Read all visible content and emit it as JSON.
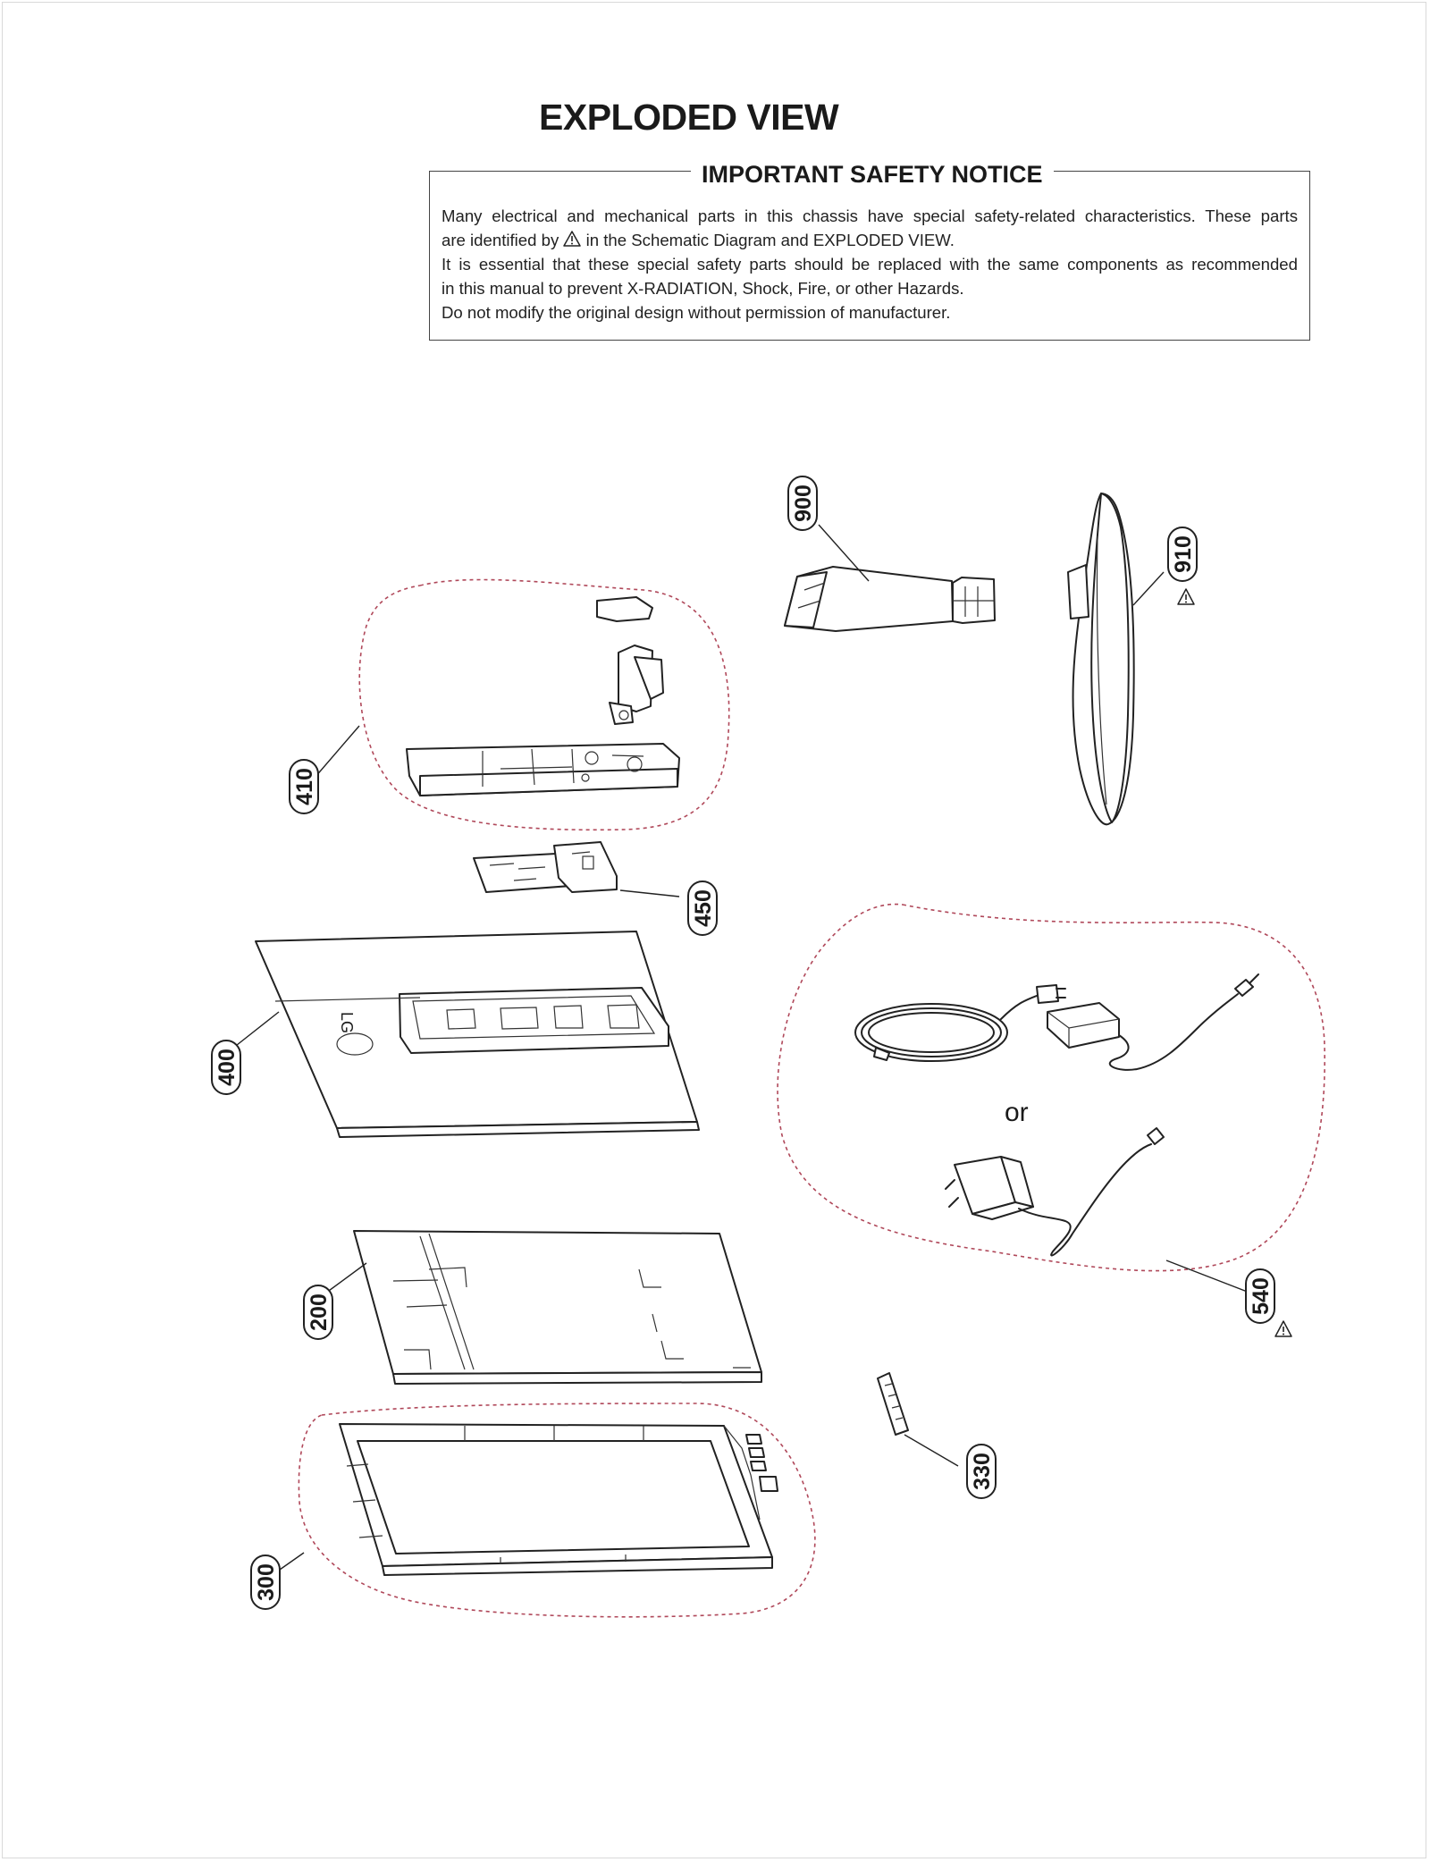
{
  "title": "EXPLODED VIEW",
  "safety_notice": {
    "heading": "IMPORTANT SAFETY NOTICE",
    "line1": "Many electrical and mechanical parts in this chassis have special safety-related characteristics. These parts",
    "line2_before_icon": "are identified by",
    "line2_after_icon": "in the Schematic Diagram and EXPLODED VIEW.",
    "line3": "It is essential that these special safety parts should be replaced with the same components as recommended",
    "line4": "in this manual to prevent X-RADIATION, Shock, Fire, or other Hazards.",
    "line5": "Do not modify the original design without permission of manufacturer."
  },
  "warning_icon": "safety-warning-triangle-icon",
  "alternative_label": "or",
  "colors": {
    "dashed_group_outline": "#b0485a",
    "line_art": "#222222"
  },
  "parts": [
    {
      "number": "900",
      "safety_critical": false
    },
    {
      "number": "910",
      "safety_critical": true
    },
    {
      "number": "410",
      "safety_critical": false
    },
    {
      "number": "450",
      "safety_critical": false
    },
    {
      "number": "400",
      "safety_critical": false
    },
    {
      "number": "540",
      "safety_critical": true
    },
    {
      "number": "200",
      "safety_critical": false
    },
    {
      "number": "330",
      "safety_critical": false
    },
    {
      "number": "300",
      "safety_critical": false
    }
  ]
}
